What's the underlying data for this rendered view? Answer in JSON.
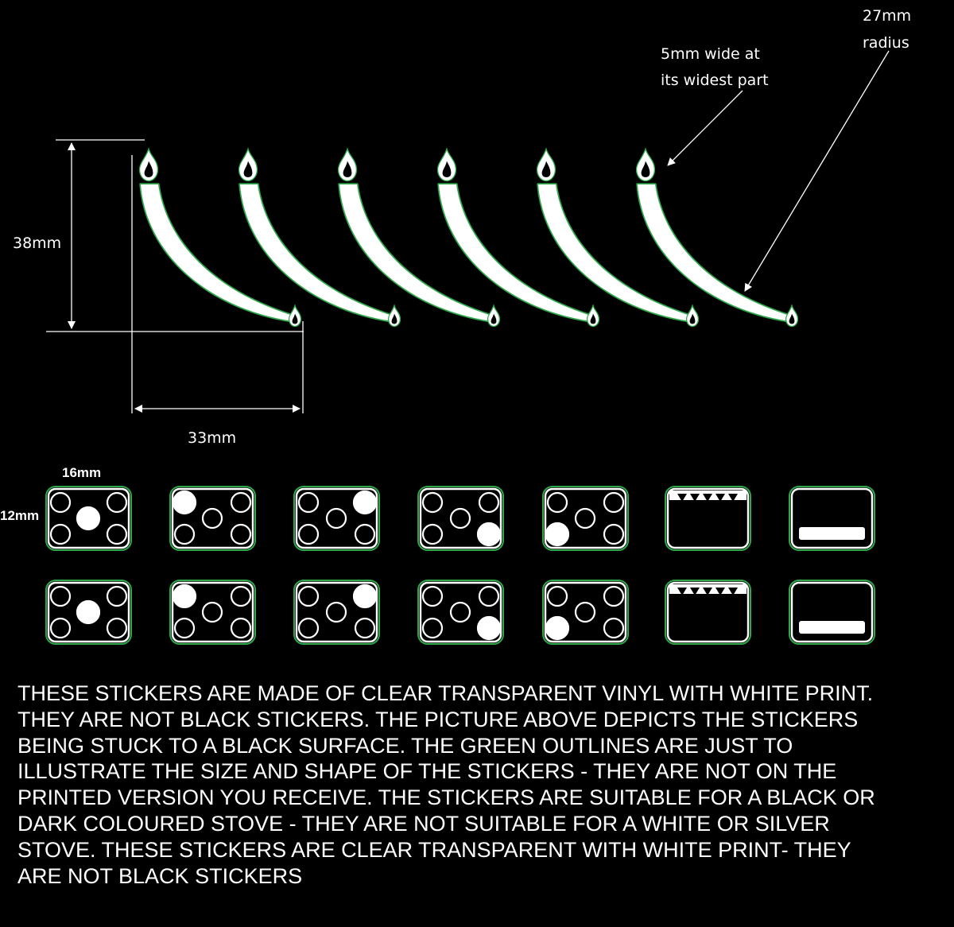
{
  "colors": {
    "background": "#000000",
    "sticker_print": "#ffffff",
    "outline": "#2fa84a",
    "dimension_lines": "#ffffff"
  },
  "dimensions": {
    "radius": [
      "27mm",
      "radius"
    ],
    "width": [
      "5mm wide at",
      "its widest part"
    ],
    "height": "38mm",
    "length": "33mm",
    "sticker_width": "16mm",
    "sticker_height": "12mm"
  },
  "flame_stickers": {
    "count": 6
  },
  "hob_stickers": {
    "rows": 2,
    "layout": [
      "center",
      "top-left",
      "top-right",
      "bottom-right",
      "bottom-left",
      "grill",
      "oven"
    ]
  },
  "notice": [
    "THESE STICKERS ARE MADE OF CLEAR TRANSPARENT VINYL WITH WHITE PRINT.",
    "THEY ARE NOT BLACK STICKERS. THE PICTURE ABOVE DEPICTS THE STICKERS",
    "BEING STUCK TO A BLACK SURFACE.   THE GREEN OUTLINES ARE JUST TO",
    "ILLUSTRATE THE SIZE AND SHAPE OF THE STICKERS - THEY ARE NOT ON THE",
    "PRINTED VERSION YOU RECEIVE. THE STICKERS ARE SUITABLE FOR A BLACK OR",
    "DARK COLOURED STOVE -  THEY ARE NOT SUITABLE FOR A WHITE OR SILVER",
    "STOVE. THESE STICKERS ARE CLEAR TRANSPARENT WITH WHITE PRINT- THEY",
    "ARE NOT BLACK STICKERS"
  ]
}
